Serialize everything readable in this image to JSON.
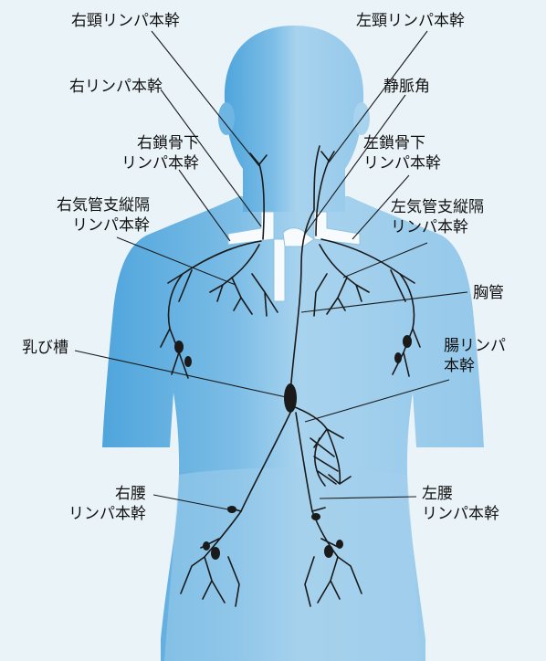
{
  "labels": {
    "right_jugular": "右頸リンパ本幹",
    "left_jugular": "左頸リンパ本幹",
    "right_lymph_duct": "右リンパ本幹",
    "venous_angle": "静脈角",
    "right_subclavian": [
      "右鎖骨下",
      "リンパ本幹"
    ],
    "left_subclavian": [
      "左鎖骨下",
      "リンパ本幹"
    ],
    "right_bronchomediastinal": [
      "右気管支縦隔",
      "リンパ本幹"
    ],
    "left_bronchomediastinal": [
      "左気管支縦隔",
      "リンパ本幹"
    ],
    "thoracic_duct": "胸管",
    "cisterna_chyli": "乳び槽",
    "intestinal_trunk": [
      "腸リンパ",
      "本幹"
    ],
    "right_lumbar": [
      "右腰",
      "リンパ本幹"
    ],
    "left_lumbar": [
      "左腰",
      "リンパ本幹"
    ]
  },
  "colors": {
    "background": "#eaf4f8",
    "body_light": "#a9d4ee",
    "body_dark": "#5cacdf",
    "vessel": "#1a1a1a",
    "vein": "#f7fbfd"
  }
}
